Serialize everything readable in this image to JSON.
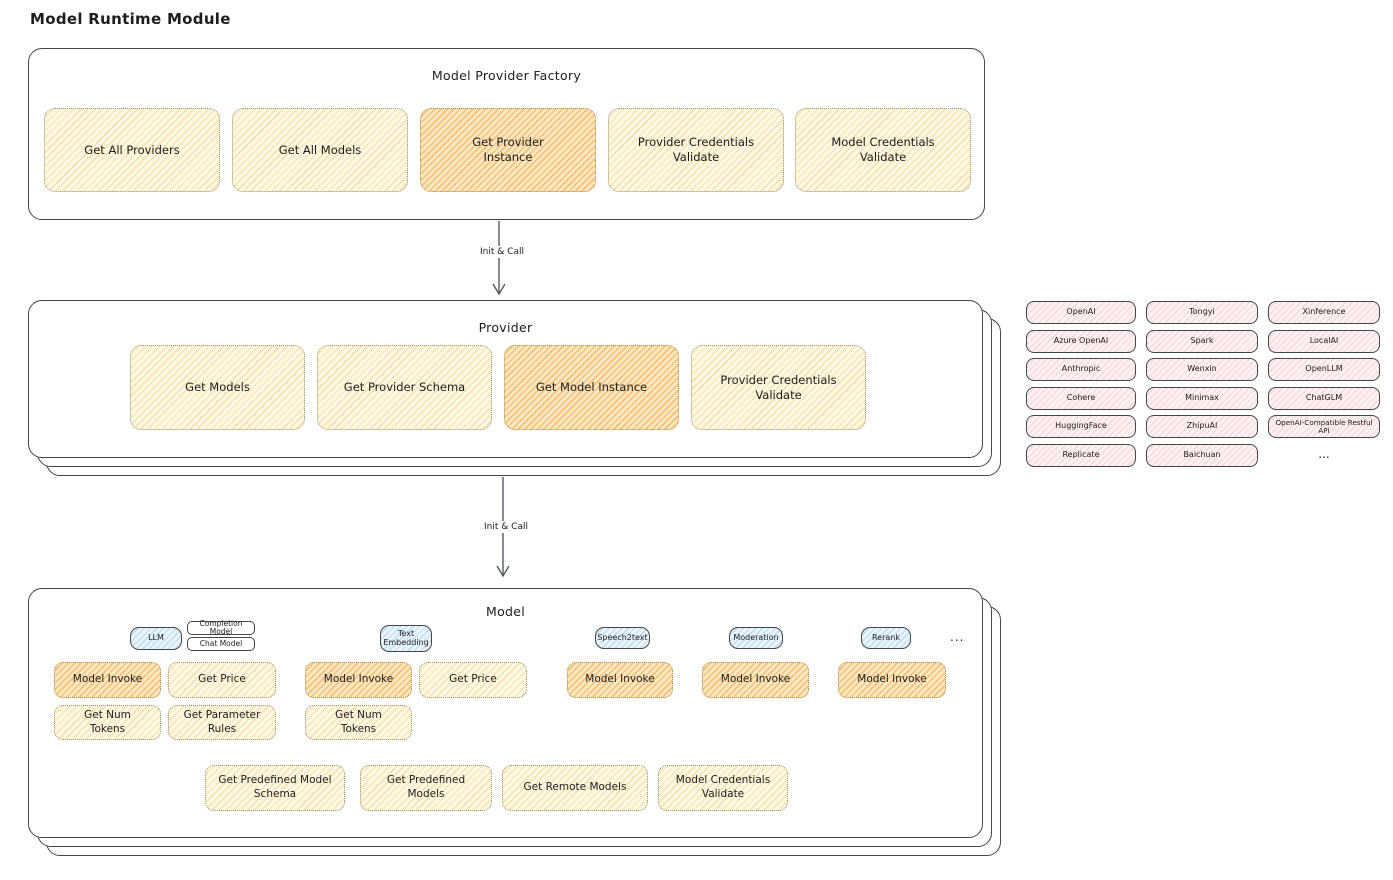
{
  "title": "Model Runtime Module",
  "colors": {
    "stroke": "#43464b",
    "yellow_fill": "#f6dfa4",
    "orange_highlight_fill": "#f3c177",
    "pink_fill": "#f6d2d2",
    "blue_fill": "#badcf1"
  },
  "factory": {
    "title": "Model Provider Factory",
    "buttons": [
      {
        "label": "Get All Providers",
        "highlight": false
      },
      {
        "label": "Get All Models",
        "highlight": false
      },
      {
        "label": "Get Provider Instance",
        "highlight": true
      },
      {
        "label": "Provider Credentials Validate",
        "highlight": false
      },
      {
        "label": "Model Credentials Validate",
        "highlight": false
      }
    ]
  },
  "arrow1": {
    "label": "Init & Call"
  },
  "provider": {
    "title": "Provider",
    "buttons": [
      {
        "label": "Get Models",
        "highlight": false
      },
      {
        "label": "Get Provider Schema",
        "highlight": false
      },
      {
        "label": "Get Model Instance",
        "highlight": true
      },
      {
        "label": "Provider Credentials Validate",
        "highlight": false
      }
    ]
  },
  "providers_grid": {
    "rows": [
      [
        "OpenAI",
        "Tongyi",
        "Xinference"
      ],
      [
        "Azure OpenAI",
        "Spark",
        "LocalAI"
      ],
      [
        "Anthropic",
        "Wenxin",
        "OpenLLM"
      ],
      [
        "Cohere",
        "Minimax",
        "ChatGLM"
      ],
      [
        "HuggingFace",
        "ZhipuAI",
        "OpenAI-Compatible Restful API"
      ],
      [
        "Replicate",
        "Baichuan",
        "..."
      ]
    ]
  },
  "arrow2": {
    "label": "Init & Call"
  },
  "model": {
    "title": "Model",
    "tags": {
      "llm": "LLM",
      "completion_model": "Completion Model",
      "chat_model": "Chat Model",
      "text_embedding": "Text Embedding",
      "speech2text": "Speech2text",
      "moderation": "Moderation",
      "rerank": "Rerank",
      "more": "..."
    },
    "row1": [
      {
        "label": "Model Invoke",
        "highlight": true
      },
      {
        "label": "Get Price",
        "highlight": false
      },
      {
        "label": "Model Invoke",
        "highlight": true
      },
      {
        "label": "Get Price",
        "highlight": false
      },
      {
        "label": "Model Invoke",
        "highlight": true
      },
      {
        "label": "Model Invoke",
        "highlight": true
      },
      {
        "label": "Model Invoke",
        "highlight": true
      }
    ],
    "row2": [
      {
        "label": "Get Num Tokens"
      },
      {
        "label": "Get Parameter Rules"
      },
      {
        "label": "Get Num Tokens"
      }
    ],
    "row3": [
      {
        "label": "Get Predefined Model Schema"
      },
      {
        "label": "Get Predefined Models"
      },
      {
        "label": "Get Remote Models"
      },
      {
        "label": "Model Credentials Validate"
      }
    ]
  }
}
